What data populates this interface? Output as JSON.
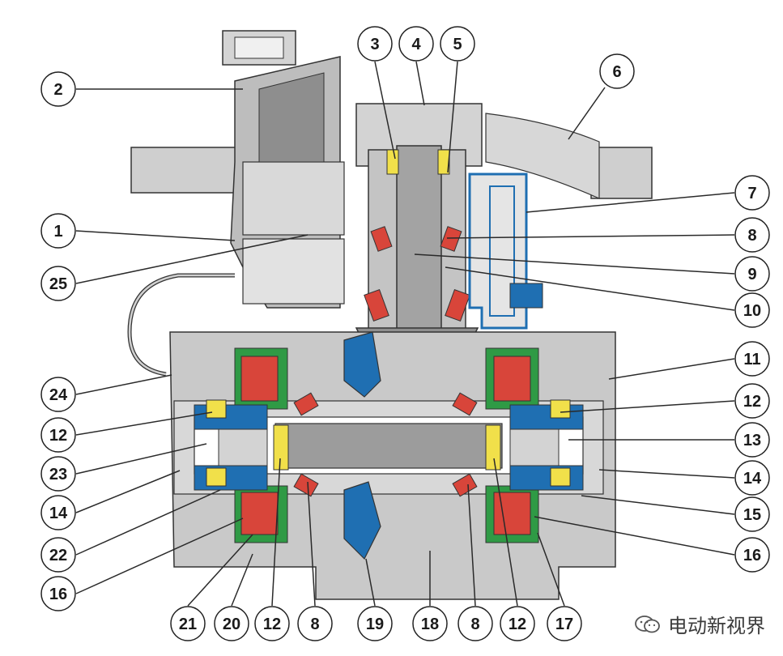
{
  "labels": [
    {
      "id": "c1",
      "text": "1"
    },
    {
      "id": "c2",
      "text": "2"
    },
    {
      "id": "c3",
      "text": "3"
    },
    {
      "id": "c4",
      "text": "4"
    },
    {
      "id": "c5",
      "text": "5"
    },
    {
      "id": "c6",
      "text": "6"
    },
    {
      "id": "c7",
      "text": "7"
    },
    {
      "id": "c8r",
      "text": "8"
    },
    {
      "id": "c9",
      "text": "9"
    },
    {
      "id": "c10",
      "text": "10"
    },
    {
      "id": "c11",
      "text": "11"
    },
    {
      "id": "c12r",
      "text": "12"
    },
    {
      "id": "c13",
      "text": "13"
    },
    {
      "id": "c14r",
      "text": "14"
    },
    {
      "id": "c15",
      "text": "15"
    },
    {
      "id": "c16r",
      "text": "16"
    },
    {
      "id": "c24",
      "text": "24"
    },
    {
      "id": "c25",
      "text": "25"
    },
    {
      "id": "c12l",
      "text": "12"
    },
    {
      "id": "c23",
      "text": "23"
    },
    {
      "id": "c14l",
      "text": "14"
    },
    {
      "id": "c22",
      "text": "22"
    },
    {
      "id": "c16l",
      "text": "16"
    },
    {
      "id": "c21",
      "text": "21"
    },
    {
      "id": "c20",
      "text": "20"
    },
    {
      "id": "c12b1",
      "text": "12"
    },
    {
      "id": "c8b1",
      "text": "8"
    },
    {
      "id": "c19",
      "text": "19"
    },
    {
      "id": "c18",
      "text": "18"
    },
    {
      "id": "c8b2",
      "text": "8"
    },
    {
      "id": "c12b2",
      "text": "12"
    },
    {
      "id": "c17",
      "text": "17"
    }
  ],
  "watermark": {
    "text": "电动新视界"
  },
  "colors": {
    "housing": "#c9c9c9",
    "housing_dark": "#8e8e8e",
    "shaft": "#a3a3a3",
    "blue": "#1f6fb2",
    "green": "#2f9a45",
    "red": "#d8453a",
    "yellow": "#f1e04a",
    "line": "#2a2a2a"
  }
}
